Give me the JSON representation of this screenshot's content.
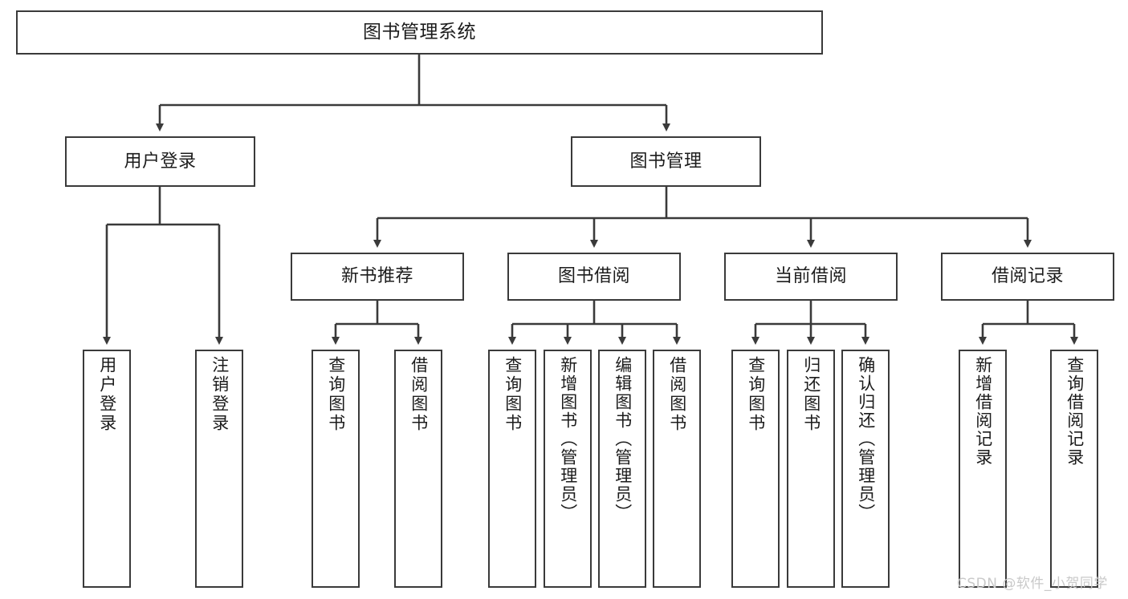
{
  "diagram": {
    "title": "图书管理系统",
    "type": "tree",
    "watermark": "CSDN @软件_小贺同学",
    "colors": {
      "box_border": "#3a3a3a",
      "box_fill": "#ffffff",
      "edge": "#3a3a3a",
      "text": "#1c1c1c",
      "watermark": "#c9c9c9"
    },
    "nodes": {
      "root": {
        "label": "图书管理系统"
      },
      "level1": [
        {
          "id": "user-login",
          "label": "用户登录"
        },
        {
          "id": "book-manage",
          "label": "图书管理"
        }
      ],
      "level2": [
        {
          "id": "new-book-recommend",
          "label": "新书推荐"
        },
        {
          "id": "book-borrow",
          "label": "图书借阅"
        },
        {
          "id": "current-borrow",
          "label": "当前借阅"
        },
        {
          "id": "borrow-record",
          "label": "借阅记录"
        }
      ],
      "leaves": {
        "user-login": [
          {
            "id": "leaf-user-login",
            "label": "用户登录"
          },
          {
            "id": "leaf-logout",
            "label": "注销登录"
          }
        ],
        "new-book-recommend": [
          {
            "id": "leaf-query-book-1",
            "label": "查询图书"
          },
          {
            "id": "leaf-borrow-book-1",
            "label": "借阅图书"
          }
        ],
        "book-borrow": [
          {
            "id": "leaf-query-book-2",
            "label": "查询图书"
          },
          {
            "id": "leaf-add-book",
            "label": "新增图书（管理员）"
          },
          {
            "id": "leaf-edit-book",
            "label": "编辑图书（管理员）"
          },
          {
            "id": "leaf-borrow-book-2",
            "label": "借阅图书"
          }
        ],
        "current-borrow": [
          {
            "id": "leaf-query-book-3",
            "label": "查询图书"
          },
          {
            "id": "leaf-return-book",
            "label": "归还图书"
          },
          {
            "id": "leaf-confirm-return",
            "label": "确认归还（管理员）"
          }
        ],
        "borrow-record": [
          {
            "id": "leaf-add-record",
            "label": "新增借阅记录"
          },
          {
            "id": "leaf-query-record",
            "label": "查询借阅记录"
          }
        ]
      }
    }
  }
}
